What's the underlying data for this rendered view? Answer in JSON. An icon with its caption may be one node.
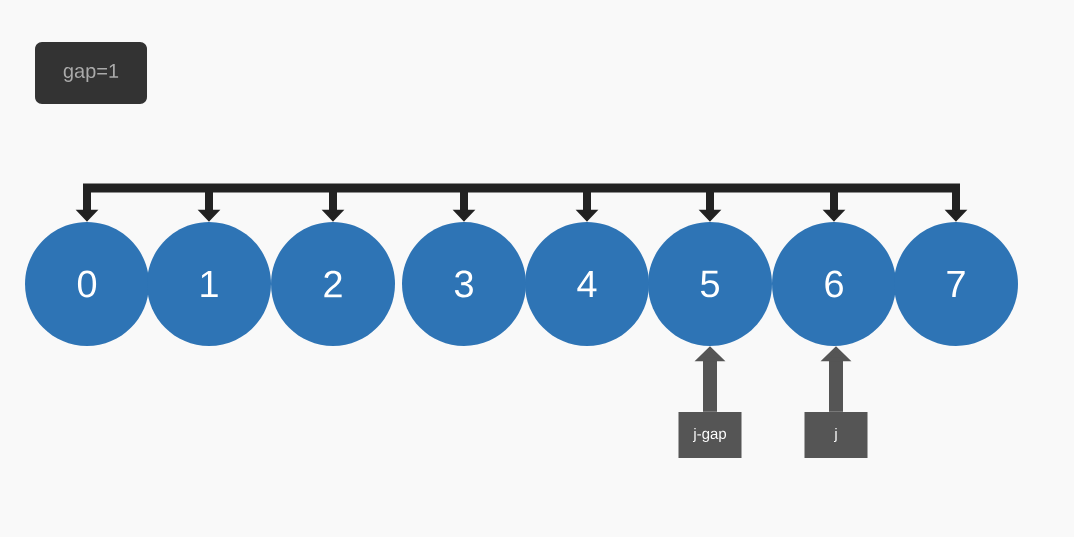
{
  "diagram": {
    "nodes": [
      {
        "text": [
          "gap=1"
        ]
      },
      {
        "text": [
          "0"
        ]
      },
      {
        "text": [
          "1"
        ]
      },
      {
        "text": [
          "2"
        ]
      },
      {
        "text": [
          "3"
        ]
      },
      {
        "text": [
          "4"
        ]
      },
      {
        "text": [
          "5"
        ]
      },
      {
        "text": [
          "6"
        ]
      },
      {
        "text": [
          "7"
        ]
      },
      {
        "text": [
          "j-gap"
        ]
      },
      {
        "text": [
          "j"
        ]
      }
    ],
    "edges": [
      {
        "from": null,
        "to": 1,
        "arrow": "to"
      },
      {
        "from": null,
        "to": 2,
        "arrow": "to"
      },
      {
        "from": null,
        "to": 3,
        "arrow": "to"
      },
      {
        "from": null,
        "to": 4,
        "arrow": "to"
      },
      {
        "from": null,
        "to": 5,
        "arrow": "to"
      },
      {
        "from": null,
        "to": 6,
        "arrow": "to"
      },
      {
        "from": null,
        "to": 7,
        "arrow": "to"
      },
      {
        "from": null,
        "to": 8,
        "arrow": "to"
      },
      {
        "from": 9,
        "to": 6,
        "arrow": "to",
        "color": "#555555"
      },
      {
        "from": 10,
        "to": 7,
        "arrow": "to",
        "color": "#555555"
      }
    ]
  }
}
